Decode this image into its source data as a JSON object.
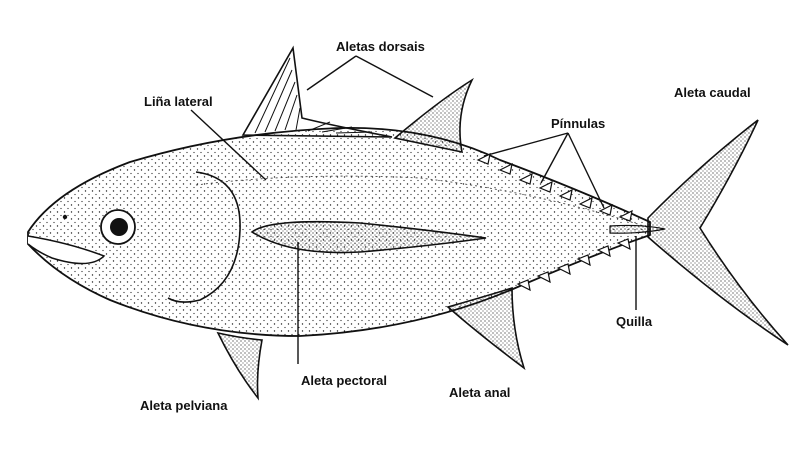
{
  "labels": {
    "dorsal_fins": "Aletas dorsais",
    "lateral_line": "Liña lateral",
    "pinnules": "Pínnulas",
    "caudal_fin": "Aleta caudal",
    "keel": "Quilla",
    "pectoral_fin": "Aleta pectoral",
    "anal_fin": "Aleta anal",
    "pelvic_fin": "Aleta pelviana"
  },
  "colors": {
    "ink": "#111111",
    "paper": "#ffffff"
  }
}
